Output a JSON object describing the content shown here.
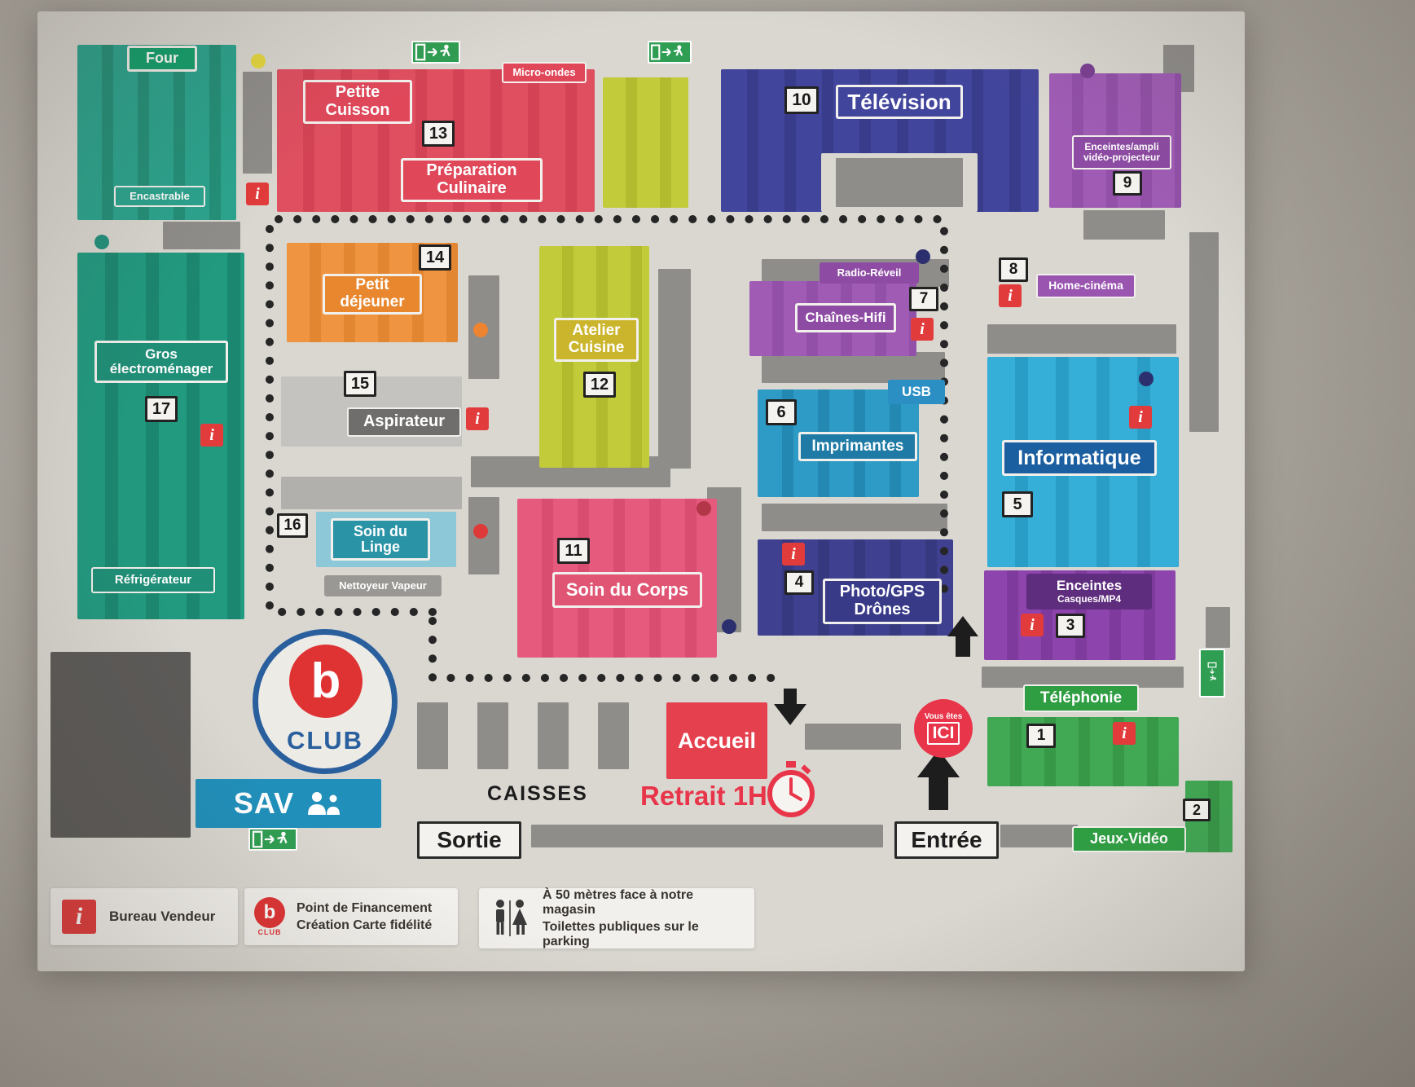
{
  "colors": {
    "accent_red": "#e23b3b",
    "club_blue": "#2a5f9e",
    "exit_green": "#2f9e52",
    "paper": "#dad7d1"
  },
  "badges": {
    "info": "i"
  },
  "departments": {
    "four": {
      "label": "Four",
      "sub": "Encastrable"
    },
    "petite_cuisson": {
      "label": "Petite Cuisson",
      "number": "13"
    },
    "preparation_culinaire": {
      "label": "Préparation Culinaire"
    },
    "micro_ondes": {
      "label": "Micro-ondes"
    },
    "television": {
      "label": "Télévision",
      "number": "10"
    },
    "enceintes_ampli": {
      "label": "Enceintes/ampli vidéo-projecteur",
      "number": "9"
    },
    "gros_electromenager": {
      "label": "Gros électroménager",
      "number": "17",
      "sub": "Réfrigérateur"
    },
    "petit_dejeuner": {
      "label": "Petit déjeuner",
      "number": "14"
    },
    "aspirateur": {
      "label": "Aspirateur",
      "number": "15"
    },
    "soin_du_linge": {
      "label": "Soin du Linge",
      "number": "16",
      "sub": "Nettoyeur Vapeur"
    },
    "atelier_cuisine": {
      "label": "Atelier Cuisine",
      "number": "12"
    },
    "soin_du_corps": {
      "label": "Soin du Corps",
      "number": "11"
    },
    "radio_reveil": {
      "label": "Radio-Réveil"
    },
    "chaines_hifi": {
      "label": "Chaînes-Hifi",
      "number": "7"
    },
    "usb": {
      "label": "USB"
    },
    "imprimantes": {
      "label": "Imprimantes",
      "number": "6"
    },
    "home_cinema": {
      "label": "Home-cinéma",
      "number": "8"
    },
    "informatique": {
      "label": "Informatique",
      "number": "5"
    },
    "photo_gps": {
      "label": "Photo/GPS Drônes",
      "number": "4"
    },
    "enceintes_casques": {
      "label": "Enceintes",
      "sub": "Casques/MP4",
      "number": "3"
    },
    "telephonie": {
      "label": "Téléphonie",
      "number": "1"
    },
    "jeux_video": {
      "label": "Jeux-Vidéo",
      "number": "2"
    }
  },
  "services": {
    "sav": "SAV",
    "caisses": "CAISSES",
    "accueil": "Accueil",
    "retrait": "Retrait 1H",
    "sortie": "Sortie",
    "entree": "Entrée",
    "club": "CLUB",
    "club_b": "b",
    "ici_line1": "Vous êtes",
    "ici_line2": "ICI"
  },
  "legend": {
    "bureau_vendeur": "Bureau Vendeur",
    "club_small": "CLUB",
    "financement_line1": "Point de Financement",
    "financement_line2": "Création Carte fidélité",
    "toilettes_line1": "À 50 mètres face à notre magasin",
    "toilettes_line2": "Toilettes publiques sur le parking"
  }
}
